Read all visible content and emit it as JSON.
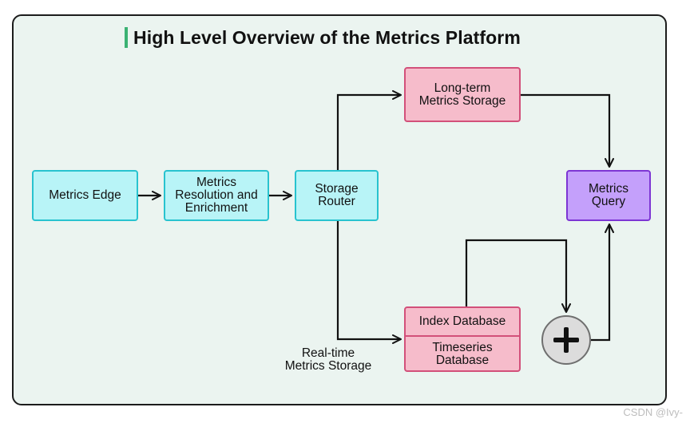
{
  "title": "High Level Overview of the Metrics Platform",
  "nodes": {
    "metrics_edge": "Metrics Edge",
    "resolution": "Metrics\nResolution and\nEnrichment",
    "storage_router": "Storage\nRouter",
    "long_term": "Long-term\nMetrics Storage",
    "metrics_query": "Metrics\nQuery",
    "index_database": "Index Database",
    "timeseries_database": "Timeseries\nDatabase",
    "combine": "plus"
  },
  "realtime_caption": "Real-time\nMetrics Storage",
  "watermark": "CSDN @Ivy-",
  "edges": [
    {
      "from": "Metrics Edge",
      "to": "Metrics Resolution and Enrichment"
    },
    {
      "from": "Metrics Resolution and Enrichment",
      "to": "Storage Router"
    },
    {
      "from": "Storage Router",
      "to": "Long-term Metrics Storage"
    },
    {
      "from": "Storage Router",
      "to": "Timeseries Database"
    },
    {
      "from": "Long-term Metrics Storage",
      "to": "Metrics Query"
    },
    {
      "from": "Index Database",
      "to": "plus"
    },
    {
      "from": "plus",
      "to": "Metrics Query"
    }
  ],
  "colors": {
    "panel_bg": "#ebf4f0",
    "title_accent": "#3bb273",
    "cyan_fill": "#b8f4f7",
    "cyan_border": "#28c3cf",
    "pink_fill": "#f6bccb",
    "pink_border": "#d2507a",
    "purple_fill": "#c4a0fb",
    "purple_border": "#7d35d4"
  }
}
